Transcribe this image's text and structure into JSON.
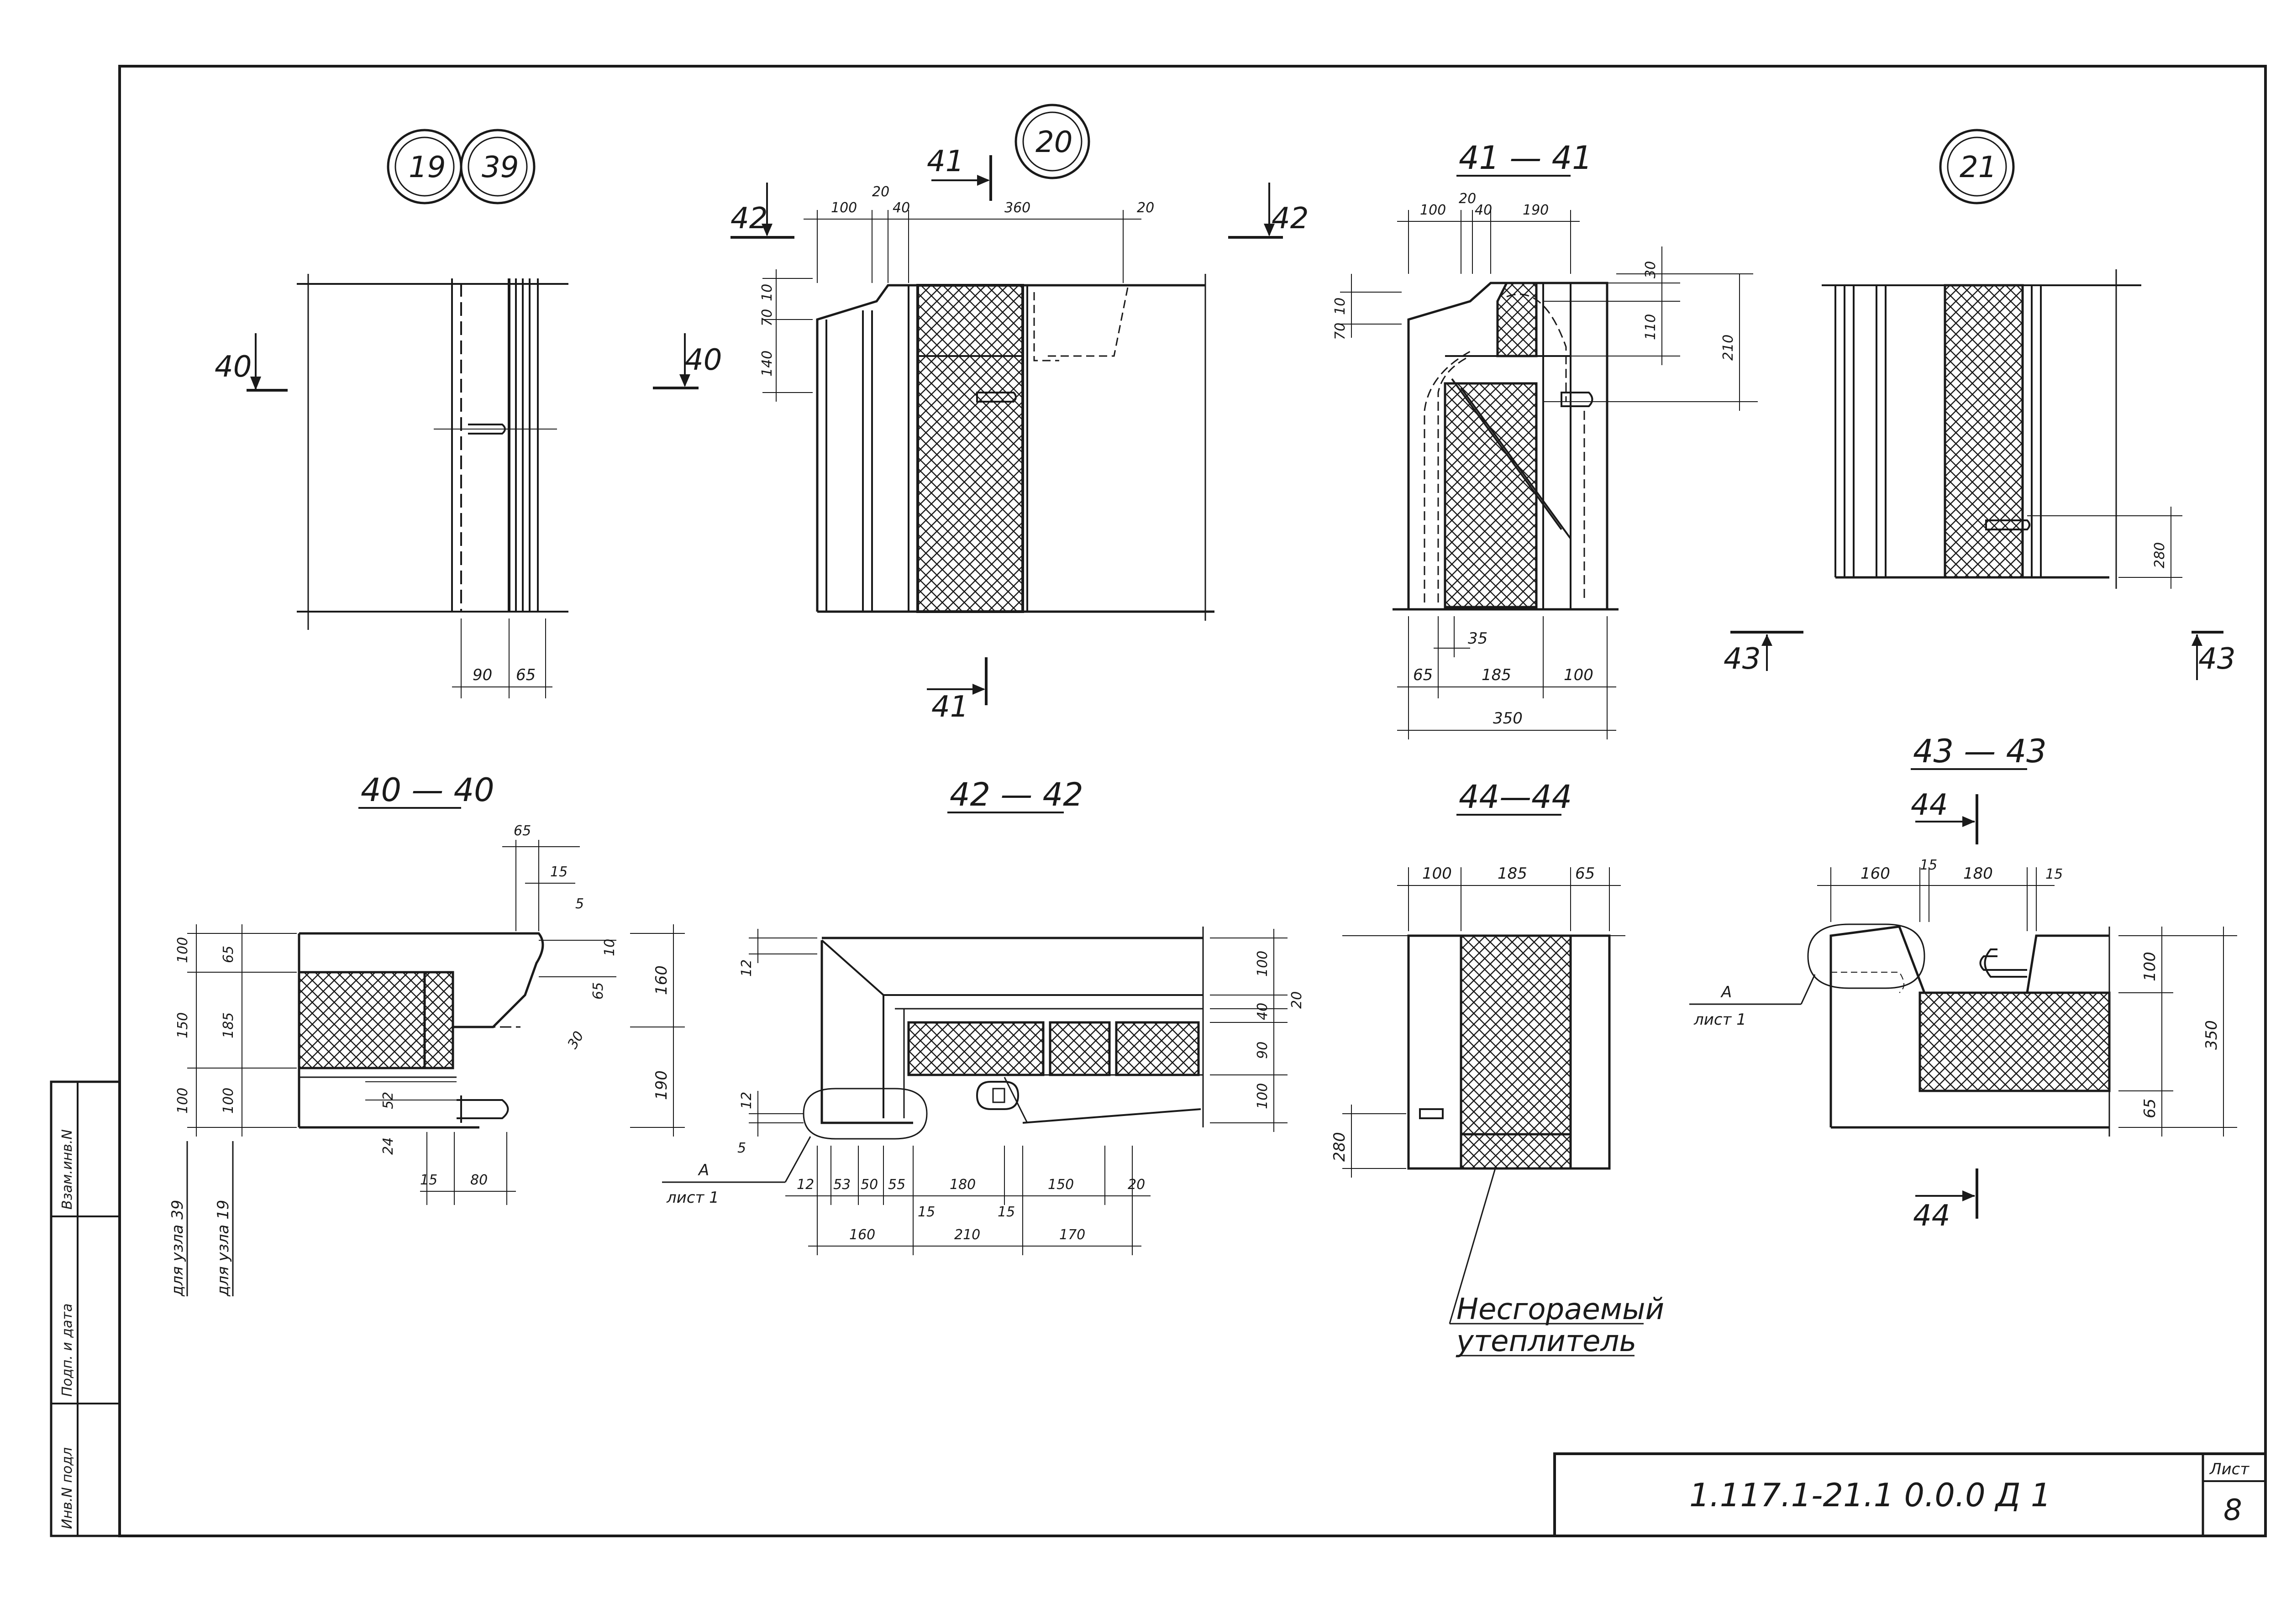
{
  "drawing": {
    "sheet_label": "Лист",
    "sheet_number": "8",
    "doc_code": "1.117.1-21.1  0.0.0 Д 1",
    "side_stamp": [
      "Инв.N подл",
      "Подп. и дата",
      "Взам.инв.N"
    ]
  },
  "nodes": {
    "n19": "19",
    "n39": "39",
    "n20": "20",
    "n21": "21"
  },
  "sections": {
    "s41_41": "41 — 41",
    "s40_40": "40 — 40",
    "s42_42": "42 — 42",
    "s44_44": "44—44",
    "s43_43": "43 — 43"
  },
  "cut_marks": {
    "c40": "40",
    "c41": "41",
    "c42": "42",
    "c43": "43",
    "c44": "44"
  },
  "notes": {
    "for_node_39": "для узла 39",
    "for_node_19": "для узла 19",
    "insulation_line1": "Несгораемый",
    "insulation_line2": "утеплитель",
    "ref_a": "А",
    "ref_sheet": "лист 1"
  },
  "dims": {
    "d90": "90",
    "d65": "65",
    "d100": "100",
    "d20": "20",
    "d40": "40",
    "d360": "360",
    "d10": "10",
    "d70": "70",
    "d140": "140",
    "d190": "190",
    "d30": "30",
    "d110": "110",
    "d210": "210",
    "d35": "35",
    "d185": "185",
    "d350": "350",
    "d280": "280",
    "d15": "15",
    "d5": "5",
    "d160": "160",
    "d150": "150",
    "d52": "52",
    "d24": "24",
    "d80": "80",
    "d12": "12",
    "d53": "53",
    "d50": "50",
    "d55": "55",
    "d180": "180",
    "d170": "170"
  }
}
